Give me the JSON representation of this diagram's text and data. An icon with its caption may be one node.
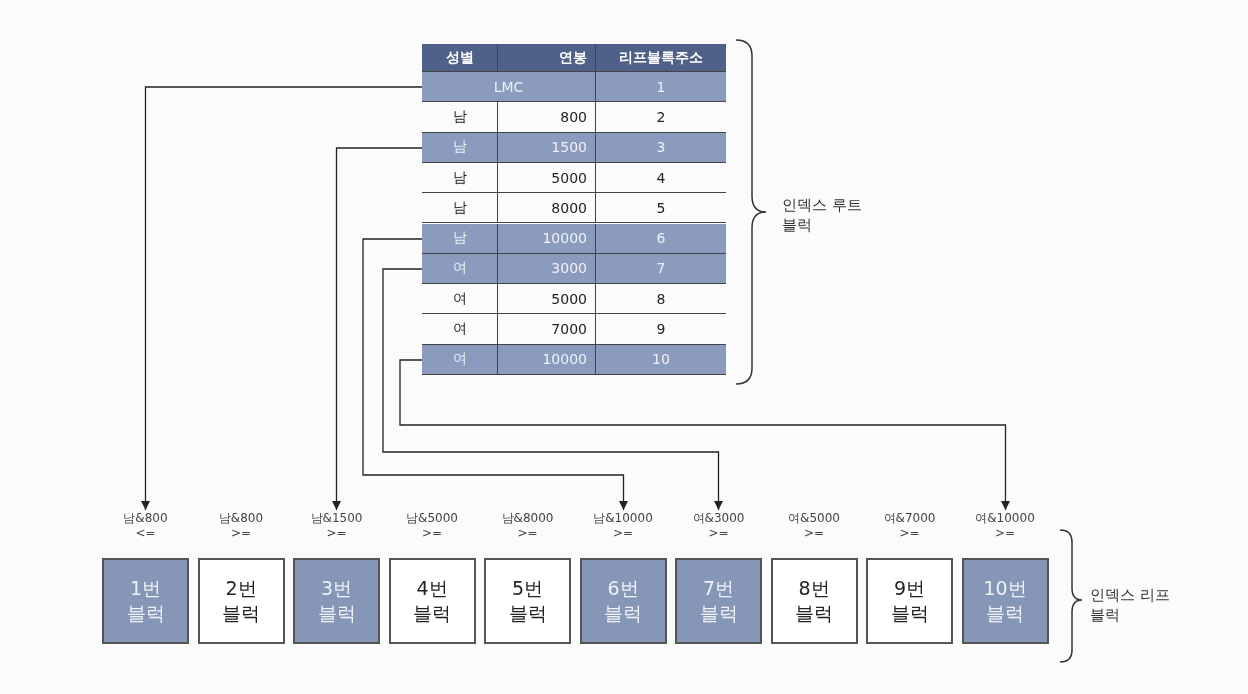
{
  "diagram": {
    "nodes": [
      {
        "text": [
          "성별",
          "연봉",
          "리프블록주소"
        ]
      },
      {
        "text": [
          "LMC",
          "1"
        ]
      },
      {
        "text": [
          "남",
          "800",
          "2"
        ]
      },
      {
        "text": [
          "남",
          "1500",
          "3"
        ]
      },
      {
        "text": [
          "남",
          "5000",
          "4"
        ]
      },
      {
        "text": [
          "남",
          "8000",
          "5"
        ]
      },
      {
        "text": [
          "남",
          "10000",
          "6"
        ]
      },
      {
        "text": [
          "여",
          "3000",
          "7"
        ]
      },
      {
        "text": [
          "여",
          "5000",
          "8"
        ]
      },
      {
        "text": [
          "여",
          "7000",
          "9"
        ]
      },
      {
        "text": [
          "여",
          "10000",
          "10"
        ]
      },
      {
        "text": [
          "1번 블럭"
        ],
        "beside": [
          "남&800",
          "<="
        ]
      },
      {
        "text": [
          "2번 블럭"
        ],
        "beside": [
          "남&800",
          ">="
        ]
      },
      {
        "text": [
          "3번 블럭"
        ],
        "beside": [
          "남&1500",
          ">="
        ]
      },
      {
        "text": [
          "4번 블럭"
        ],
        "beside": [
          "남&5000",
          ">="
        ]
      },
      {
        "text": [
          "5번 블럭"
        ],
        "beside": [
          "남&8000",
          ">="
        ]
      },
      {
        "text": [
          "6번 블럭"
        ],
        "beside": [
          "남&10000",
          ">="
        ]
      },
      {
        "text": [
          "7번 블럭"
        ],
        "beside": [
          "여&3000",
          ">="
        ]
      },
      {
        "text": [
          "8번 블럭"
        ],
        "beside": [
          "여&5000",
          ">="
        ]
      },
      {
        "text": [
          "9번 블럭"
        ],
        "beside": [
          "여&7000",
          ">="
        ]
      },
      {
        "text": [
          "10번 블럭"
        ],
        "beside": [
          "여&10000",
          ">="
        ]
      }
    ],
    "edges": [
      {
        "from": 1,
        "to": 11,
        "arrow": "to"
      },
      {
        "from": 3,
        "to": 13,
        "arrow": "to"
      },
      {
        "from": 6,
        "to": 16,
        "arrow": "to"
      },
      {
        "from": 7,
        "to": 17,
        "arrow": "to"
      },
      {
        "from": 10,
        "to": 20,
        "arrow": "to"
      }
    ],
    "labels": [
      "인덱스 루트블럭",
      "인덱스 리프블럭"
    ]
  }
}
